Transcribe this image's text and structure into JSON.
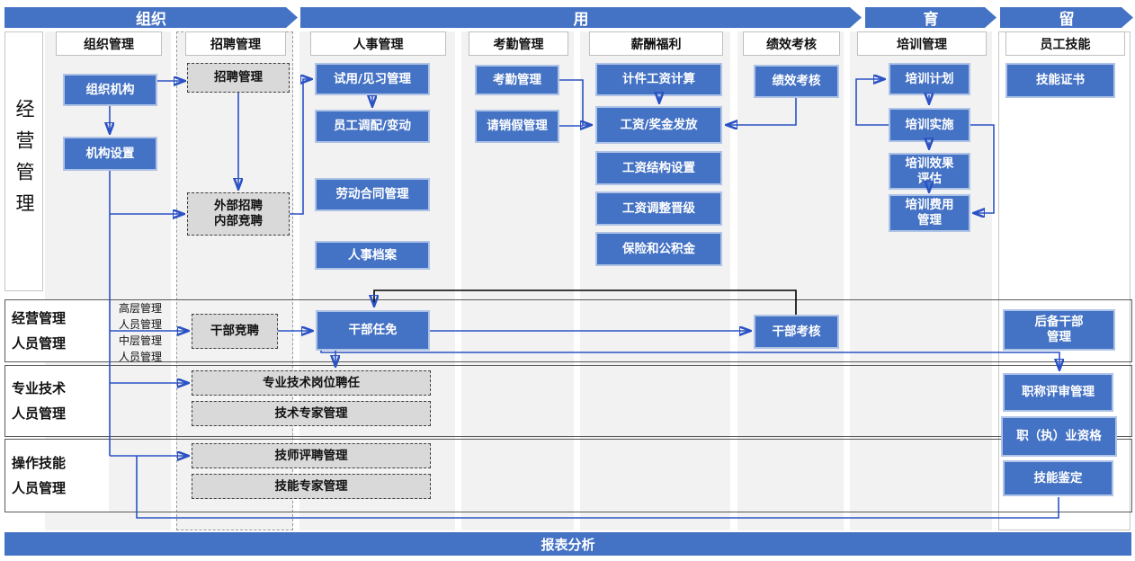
{
  "banners": {
    "organize": "组织",
    "use": "用",
    "develop": "育",
    "retain": "留"
  },
  "side_label": "经营管理",
  "columns": {
    "org": "组织管理",
    "recruit": "招聘管理",
    "hr": "人事管理",
    "attendance": "考勤管理",
    "salary": "薪酬福利",
    "performance": "绩效考核",
    "training": "培训管理",
    "skill": "员工技能"
  },
  "boxes": {
    "org_structure": "组织机构",
    "org_setup": "机构设置",
    "recruit_mgmt": "招聘管理",
    "external_recruit": "外部招聘\n内部竞聘",
    "probation": "试用/见习管理",
    "transfer": "员工调配/变动",
    "labor_contract": "劳动合同管理",
    "personnel_files": "人事档案",
    "attendance_mgmt": "考勤管理",
    "leave_mgmt": "请销假管理",
    "piece_wage": "计件工资计算",
    "payroll": "工资/奖金发放",
    "wage_structure": "工资结构设置",
    "wage_adjust": "工资调整晋级",
    "insurance": "保险和公积金",
    "perf_review": "绩效考核",
    "training_plan": "培训计划",
    "training_impl": "培训实施",
    "training_eval": "培训效果\n评估",
    "training_cost": "培训费用\n管理",
    "skill_cert": "技能证书",
    "cadre_compete": "干部竞聘",
    "cadre_appoint": "干部任免",
    "cadre_assess": "干部考核",
    "reserve_cadre": "后备干部\n管理",
    "tech_post_hire": "专业技术岗位聘任",
    "tech_expert": "技术专家管理",
    "title_review": "职称评审管理",
    "prof_qualification": "职（执）业资格",
    "technician_hire": "技师评聘管理",
    "skill_expert": "技能专家管理",
    "skill_appraisal": "技能鉴定"
  },
  "rows": {
    "management": "经营管理\n人员管理",
    "technical": "专业技术\n人员管理",
    "operation": "操作技能\n人员管理"
  },
  "annotations": {
    "management_levels": "高层管理\n人员管理\n中层管理\n人员管理"
  },
  "footer": "报表分析",
  "colors": {
    "banner_blue": "#4472C4",
    "node_blue": "#4472C4",
    "node_blue_border": "#AEC3E6",
    "node_gray": "#D9D9D9",
    "column_strip_gray": "#F2F2F2",
    "connector_blue": "#2A52C4",
    "connector_black": "#000000"
  }
}
